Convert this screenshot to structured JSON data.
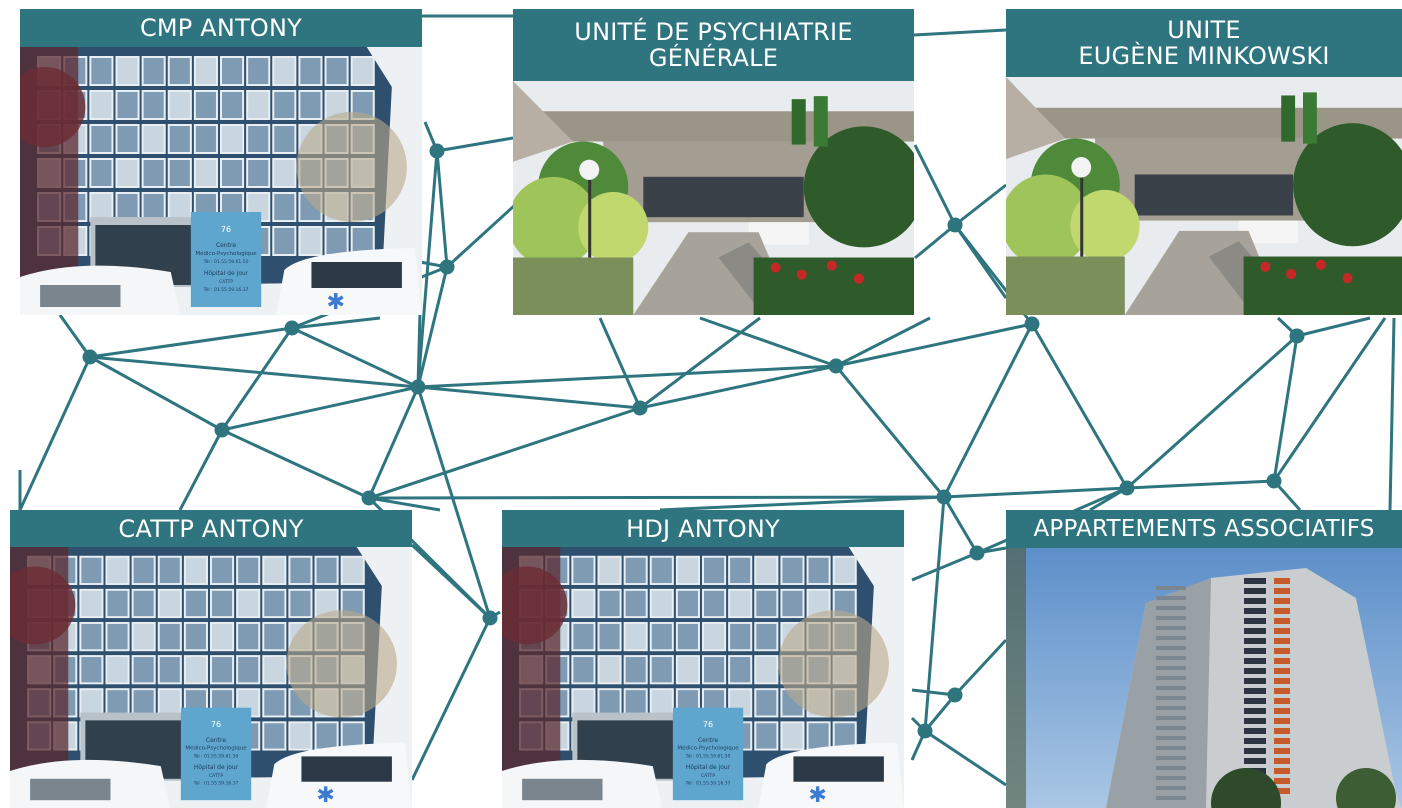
{
  "colors": {
    "teal": "#2e7580",
    "banner_text": "#ffffff",
    "background": "#ffffff"
  },
  "cards": [
    {
      "id": "cmp",
      "title_lines": [
        "CMP ANTONY"
      ],
      "photo": "building-photo"
    },
    {
      "id": "upg",
      "title_lines": [
        "UNITÉ DE PSYCHIATRIE",
        "GÉNÉRALE"
      ],
      "photo": "hospital-entrance-photo"
    },
    {
      "id": "minkowski",
      "title_lines": [
        "UNITE",
        "EUGÈNE MINKOWSKI"
      ],
      "photo": "hospital-entrance-photo"
    },
    {
      "id": "cattp",
      "title_lines": [
        "CATTP ANTONY"
      ],
      "photo": "building-photo"
    },
    {
      "id": "hdj",
      "title_lines": [
        "HDJ ANTONY"
      ],
      "photo": "building-photo"
    },
    {
      "id": "appartements",
      "title_lines": [
        "APPARTEMENTS ASSOCIATIFS"
      ],
      "photo": "tower-photo"
    }
  ],
  "sign": {
    "number": "76",
    "lines": [
      "Centre",
      "Médico-Psychologique",
      "Tél : 01.55.59.61.50",
      "Hôpital de jour",
      "CATTP",
      "Tél : 01.55.59.16.37"
    ]
  }
}
